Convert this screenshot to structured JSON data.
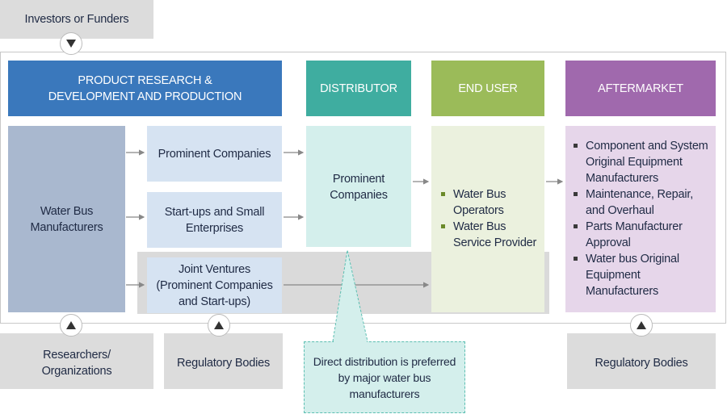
{
  "top": {
    "investors_label": "Investors or Funders"
  },
  "headers": {
    "product": "PRODUCT RESEARCH & DEVELOPMENT AND PRODUCTION",
    "distributor": "DISTRIBUTOR",
    "end_user": "END USER",
    "aftermarket": "AFTERMARKET"
  },
  "colors": {
    "product": "#3a78bc",
    "distributor": "#3fada0",
    "end_user": "#9bbb59",
    "aftermarket": "#a069ad"
  },
  "manufacturers": {
    "label": "Water Bus Manufacturers"
  },
  "product_boxes": [
    {
      "label": "Prominent Companies"
    },
    {
      "label": "Start-ups and Small Enterprises"
    },
    {
      "label": "Joint Ventures (Prominent Companies and Start-ups)"
    }
  ],
  "distributor_box": {
    "label": "Prominent Companies"
  },
  "end_user_items": [
    "Water Bus Operators",
    "Water Bus Service Provider"
  ],
  "aftermarket_items": [
    "Component and System Original Equipment Manufacturers",
    "Maintenance, Repair, and Overhaul",
    "Parts Manufacturer Approval",
    "Water bus Original Equipment Manufacturers"
  ],
  "bottom": {
    "researchers": "Researchers/ Organizations",
    "regulatory_left": "Regulatory Bodies",
    "regulatory_right": "Regulatory Bodies"
  },
  "callout": {
    "label": "Direct distribution is preferred by major water bus manufacturers"
  }
}
